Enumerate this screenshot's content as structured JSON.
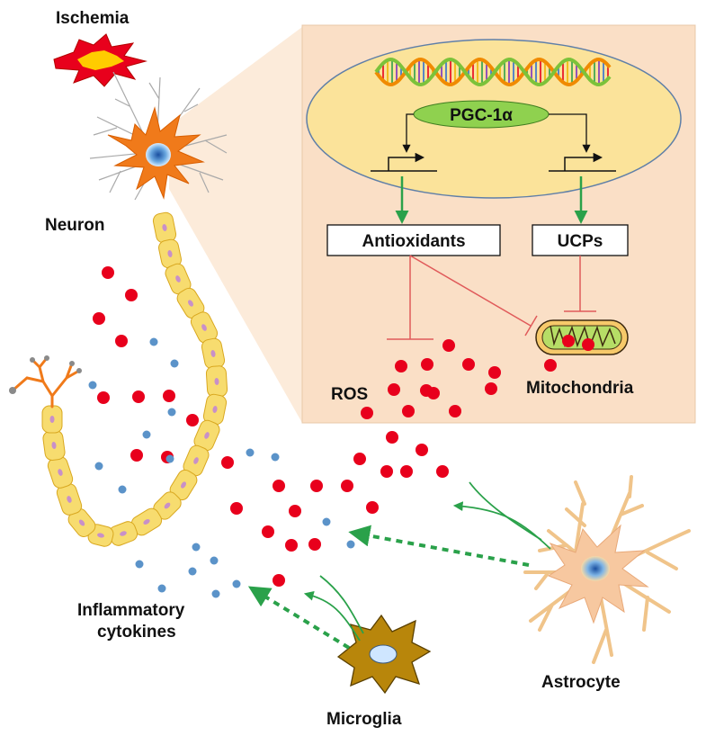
{
  "labels": {
    "ischemia": "Ischemia",
    "neuron": "Neuron",
    "pgc": "PGC-1α",
    "antioxidants": "Antioxidants",
    "ucps": "UCPs",
    "ros": "ROS",
    "mitochondria": "Mitochondria",
    "inflammatory_line1": "Inflammatory",
    "inflammatory_line2": "cytokines",
    "microglia": "Microglia",
    "astrocyte": "Astrocyte"
  },
  "colors": {
    "panel_bg": "#fadfc6",
    "nucleus_fill": "#fbe39a",
    "pgc_fill": "#8fd14f",
    "ros": "#e8001c",
    "cytokine": "#5b93c9",
    "inhibit": "#e05a5a",
    "activate": "#2aa14a",
    "neuron": "#f07a1a",
    "astrocyte": "#f7c8a0",
    "microglia": "#b8860b",
    "myelin": "#f7dc6f"
  },
  "icons": [
    "ischemia-burst-icon",
    "dna-helix-icon",
    "promoter-arrow-icon",
    "mitochondrion-icon",
    "neuron-cell-icon",
    "astrocyte-cell-icon",
    "microglia-cell-icon"
  ]
}
